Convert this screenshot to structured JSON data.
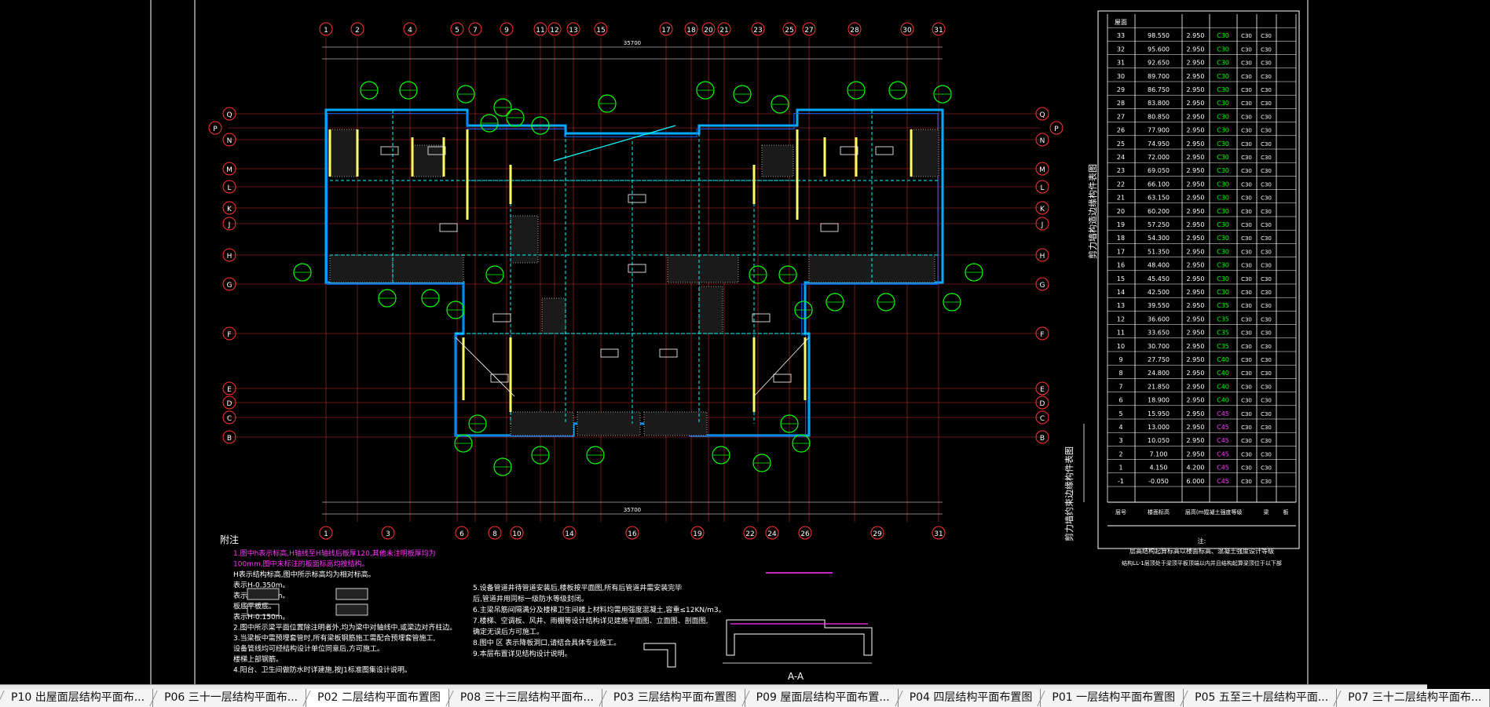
{
  "drawing": {
    "plan_title_area": "",
    "axis_top": [
      "1",
      "2",
      "4",
      "5",
      "7",
      "9",
      "11",
      "12",
      "13",
      "15",
      "17",
      "18",
      "20",
      "21",
      "23",
      "25",
      "27",
      "28",
      "30",
      "31"
    ],
    "axis_bottom": [
      "1",
      "3",
      "6",
      "8",
      "10",
      "14",
      "16",
      "19",
      "22",
      "24",
      "26",
      "29",
      "31"
    ],
    "axis_left": [
      "Q",
      "P",
      "N",
      "M",
      "L",
      "K",
      "J",
      "H",
      "G",
      "F",
      "E",
      "D",
      "C",
      "B"
    ],
    "axis_right": [
      "Q",
      "P",
      "N",
      "M",
      "L",
      "K",
      "J",
      "H",
      "G",
      "F",
      "E",
      "D",
      "C",
      "B"
    ],
    "dim_total_top": "35700",
    "dim_total_bottom": "35700",
    "notes_title": "附注",
    "notes_left": [
      "1.图中h表示标高,H轴线至H轴线后板厚120,其他未注明板厚均为",
      "100mm,图中未标注的板面标高均按结构。",
      "H表示结构标高,图中所示标高均为相对标高。",
      "表示H-0.350m。",
      "表示H-0.050m。",
      "板底平板底。",
      "表示H-0.150m。",
      "2.图中所示梁平面位置除注明者外,均为梁中对轴线中,或梁边对齐柱边。",
      "3.当梁板中需预埋套管时,所有梁板钢筋施工需配合预埋套管施工,",
      "设备管线均可经结构设计单位同意后,方可施工。",
      "楼梯上部钢筋。",
      "4.阳台、卫生间做防水时详建施,按J1标准图集设计说明。"
    ],
    "notes_right": [
      "5.设备管道井待管道安装后,楼板按平面图,所有后管道井需安装完毕",
      "后,管道井用同标一级防水等级封闭。",
      "6.主梁吊筋间隔满分及楼梯卫生间楼上材料均需用强度混凝土,容重≤12KN/m3。",
      "7.楼梯、空调板、风井、雨棚等设计结构详见建施平面图、立面图、剖面图,",
      "确定无误后方可施工。",
      "8.图中  区  表示降板洞口,请结合具体专业施工。",
      "9.本层布置详见结构设计说明。"
    ],
    "section_title": "A-A",
    "table_title_vertical": "剪力墙构造边缘构件表图",
    "table_title_vertical2": "剪力墙约束边缘构件表图",
    "table_footer1": "注:",
    "table_footer2": "层高结构起算标高以楼面标高、混凝土强度设计等级",
    "table_footer3": "结构LL-1层顶处于梁顶平板顶端以内并且结构起算梁顶位于以下部",
    "table_header": [
      "层号",
      "楼面标高",
      "层高(m)",
      "混凝土强度等级",
      "梁",
      "板"
    ],
    "floors": [
      {
        "n": "屋面",
        "h": "",
        "t": "",
        "c": ""
      },
      {
        "n": "33",
        "h": "98.550",
        "t": "2.950",
        "c": "C30"
      },
      {
        "n": "32",
        "h": "95.600",
        "t": "2.950",
        "c": "C30"
      },
      {
        "n": "31",
        "h": "92.650",
        "t": "2.950",
        "c": "C30"
      },
      {
        "n": "30",
        "h": "89.700",
        "t": "2.950",
        "c": "C30"
      },
      {
        "n": "29",
        "h": "86.750",
        "t": "2.950",
        "c": "C30"
      },
      {
        "n": "28",
        "h": "83.800",
        "t": "2.950",
        "c": "C30"
      },
      {
        "n": "27",
        "h": "80.850",
        "t": "2.950",
        "c": "C30"
      },
      {
        "n": "26",
        "h": "77.900",
        "t": "2.950",
        "c": "C30"
      },
      {
        "n": "25",
        "h": "74.950",
        "t": "2.950",
        "c": "C30"
      },
      {
        "n": "24",
        "h": "72.000",
        "t": "2.950",
        "c": "C30"
      },
      {
        "n": "23",
        "h": "69.050",
        "t": "2.950",
        "c": "C30"
      },
      {
        "n": "22",
        "h": "66.100",
        "t": "2.950",
        "c": "C30"
      },
      {
        "n": "21",
        "h": "63.150",
        "t": "2.950",
        "c": "C30"
      },
      {
        "n": "20",
        "h": "60.200",
        "t": "2.950",
        "c": "C30"
      },
      {
        "n": "19",
        "h": "57.250",
        "t": "2.950",
        "c": "C30"
      },
      {
        "n": "18",
        "h": "54.300",
        "t": "2.950",
        "c": "C30"
      },
      {
        "n": "17",
        "h": "51.350",
        "t": "2.950",
        "c": "C30"
      },
      {
        "n": "16",
        "h": "48.400",
        "t": "2.950",
        "c": "C30"
      },
      {
        "n": "15",
        "h": "45.450",
        "t": "2.950",
        "c": "C30"
      },
      {
        "n": "14",
        "h": "42.500",
        "t": "2.950",
        "c": "C30"
      },
      {
        "n": "13",
        "h": "39.550",
        "t": "2.950",
        "c": "C35"
      },
      {
        "n": "12",
        "h": "36.600",
        "t": "2.950",
        "c": "C35"
      },
      {
        "n": "11",
        "h": "33.650",
        "t": "2.950",
        "c": "C35"
      },
      {
        "n": "10",
        "h": "30.700",
        "t": "2.950",
        "c": "C35"
      },
      {
        "n": "9",
        "h": "27.750",
        "t": "2.950",
        "c": "C40"
      },
      {
        "n": "8",
        "h": "24.800",
        "t": "2.950",
        "c": "C40"
      },
      {
        "n": "7",
        "h": "21.850",
        "t": "2.950",
        "c": "C40"
      },
      {
        "n": "6",
        "h": "18.900",
        "t": "2.950",
        "c": "C40"
      },
      {
        "n": "5",
        "h": "15.950",
        "t": "2.950",
        "c": "C45"
      },
      {
        "n": "4",
        "h": "13.000",
        "t": "2.950",
        "c": "C45"
      },
      {
        "n": "3",
        "h": "10.050",
        "t": "2.950",
        "c": "C45"
      },
      {
        "n": "2",
        "h": "7.100",
        "t": "2.950",
        "c": "C45"
      },
      {
        "n": "1",
        "h": "4.150",
        "t": "4.200",
        "c": "C45"
      },
      {
        "n": "-1",
        "h": "-0.050",
        "t": "6.000",
        "c": "C45"
      }
    ],
    "beam_col": [
      "C30",
      "C30",
      "C30",
      "C30",
      "C30",
      "C30",
      "C30",
      "C30",
      "C30",
      "C30",
      "C30",
      "C30",
      "C30",
      "C30",
      "C30",
      "C30",
      "C30",
      "C30",
      "C30",
      "C30",
      "C30",
      "C30",
      "C30",
      "C30",
      "C30",
      "C30",
      "C30",
      "C30",
      "C30",
      "C30",
      "C30",
      "C30",
      "C30",
      "C30"
    ]
  },
  "tabs": [
    "P10 出屋面层结构平面布...",
    "P06 三十一层结构平面布...",
    "P02 二层结构平面布置图",
    "P08 三十三层结构平面布...",
    "P03 三层结构平面布置图",
    "P09 屋面层结构平面布置...",
    "P04 四层结构平面布置图",
    "P01 一层结构平面布置图",
    "P05 五至三十层结构平面...",
    "P07 三十二层结构平面布..."
  ],
  "colors": {
    "bg": "#000000",
    "axis": "#ff3333",
    "wall": "#00aaff",
    "wall_inner": "#0066ff",
    "dash": "#00ffff",
    "green": "#00ff00",
    "yellow": "#ffff66",
    "magenta": "#ff33ff",
    "white": "#ffffff",
    "orange": "#ffaa00"
  }
}
